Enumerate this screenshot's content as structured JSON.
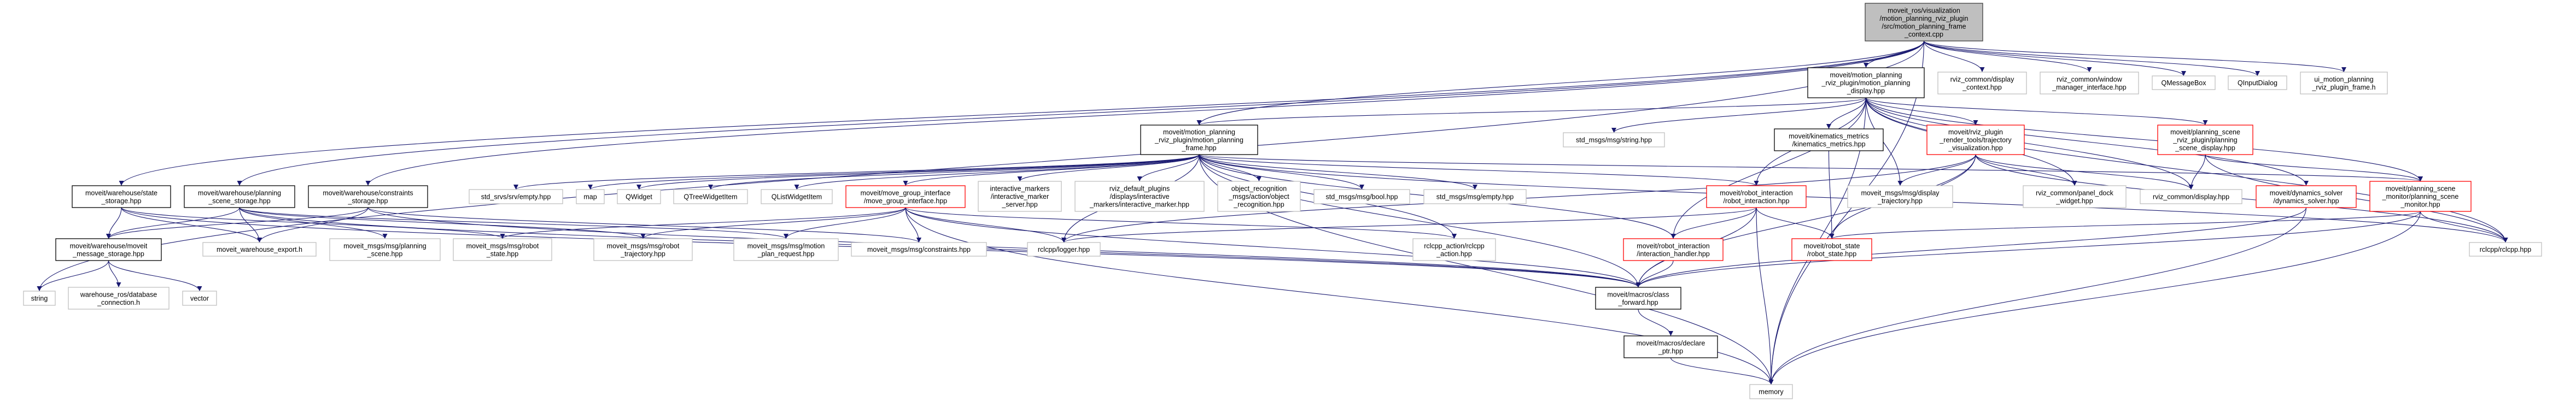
{
  "graph": {
    "edge_color": "#191970",
    "styles": {
      "root": {
        "fill": "#bfbfbf",
        "stroke": "#404040"
      },
      "documented": {
        "fill": "#ffffff",
        "stroke": "#000000"
      },
      "undocumented": {
        "fill": "#ffffff",
        "stroke": "#bfbfbf"
      },
      "truncated": {
        "fill": "#ffffff",
        "stroke": "#ff0000"
      }
    },
    "nodes": [
      {
        "id": "root",
        "style": "root",
        "label": [
          "moveit_ros/visualization",
          "/motion_planning_rviz_plugin",
          "/src/motion_planning_frame",
          "_context.cpp"
        ]
      },
      {
        "id": "mp_display",
        "style": "documented",
        "label": [
          "moveit/motion_planning",
          "_rviz_plugin/motion_planning",
          "_display.hpp"
        ]
      },
      {
        "id": "display_context",
        "style": "undocumented",
        "label": [
          "rviz_common/display",
          "_context.hpp"
        ]
      },
      {
        "id": "window_manager",
        "style": "undocumented",
        "label": [
          "rviz_common/window",
          "_manager_interface.hpp"
        ]
      },
      {
        "id": "qmessagebox",
        "style": "undocumented",
        "label": [
          "QMessageBox"
        ]
      },
      {
        "id": "qinputdialog",
        "style": "undocumented",
        "label": [
          "QInputDialog"
        ]
      },
      {
        "id": "ui_frame",
        "style": "undocumented",
        "label": [
          "ui_motion_planning",
          "_rviz_plugin_frame.h"
        ]
      },
      {
        "id": "mp_frame",
        "style": "documented",
        "label": [
          "moveit/motion_planning",
          "_rviz_plugin/motion_planning",
          "_frame.hpp"
        ]
      },
      {
        "id": "std_string",
        "style": "undocumented",
        "label": [
          "std_msgs/msg/string.hpp"
        ]
      },
      {
        "id": "kin_metrics",
        "style": "documented",
        "label": [
          "moveit/kinematics_metrics",
          "/kinematics_metrics.hpp"
        ]
      },
      {
        "id": "traj_vis",
        "style": "truncated",
        "label": [
          "moveit/rviz_plugin",
          "_render_tools/trajectory",
          "_visualization.hpp"
        ]
      },
      {
        "id": "ps_display",
        "style": "truncated",
        "label": [
          "moveit/planning_scene",
          "_rviz_plugin/planning",
          "_scene_display.hpp"
        ]
      },
      {
        "id": "state_storage",
        "style": "documented",
        "label": [
          "moveit/warehouse/state",
          "_storage.hpp"
        ]
      },
      {
        "id": "ps_storage",
        "style": "documented",
        "label": [
          "moveit/warehouse/planning",
          "_scene_storage.hpp"
        ]
      },
      {
        "id": "constraints_storage",
        "style": "documented",
        "label": [
          "moveit/warehouse/constraints",
          "_storage.hpp"
        ]
      },
      {
        "id": "std_srvs_empty",
        "style": "undocumented",
        "label": [
          "std_srvs/srv/empty.hpp"
        ]
      },
      {
        "id": "map",
        "style": "undocumented",
        "label": [
          "map"
        ]
      },
      {
        "id": "qwidget",
        "style": "undocumented",
        "label": [
          "QWidget"
        ]
      },
      {
        "id": "qtreewidgetitem",
        "style": "undocumented",
        "label": [
          "QTreeWidgetItem"
        ]
      },
      {
        "id": "qlistwidgetitem",
        "style": "undocumented",
        "label": [
          "QListWidgetItem"
        ]
      },
      {
        "id": "move_group",
        "style": "truncated",
        "label": [
          "moveit/move_group_interface",
          "/move_group_interface.hpp"
        ]
      },
      {
        "id": "im_server",
        "style": "undocumented",
        "label": [
          "interactive_markers",
          "/interactive_marker",
          "_server.hpp"
        ]
      },
      {
        "id": "rviz_default",
        "style": "undocumented",
        "label": [
          "rviz_default_plugins",
          "/displays/interactive",
          "_markers/interactive_marker.hpp"
        ]
      },
      {
        "id": "object_recog",
        "style": "undocumented",
        "label": [
          "object_recognition",
          "_msgs/action/object",
          "_recognition.hpp"
        ]
      },
      {
        "id": "std_bool",
        "style": "undocumented",
        "label": [
          "std_msgs/msg/bool.hpp"
        ]
      },
      {
        "id": "std_empty",
        "style": "undocumented",
        "label": [
          "std_msgs/msg/empty.hpp"
        ]
      },
      {
        "id": "robot_interaction",
        "style": "truncated",
        "label": [
          "moveit/robot_interaction",
          "/robot_interaction.hpp"
        ]
      },
      {
        "id": "display_traj",
        "style": "undocumented",
        "label": [
          "moveit_msgs/msg/display",
          "_trajectory.hpp"
        ]
      },
      {
        "id": "panel_dock",
        "style": "undocumented",
        "label": [
          "rviz_common/panel_dock",
          "_widget.hpp"
        ]
      },
      {
        "id": "rviz_display",
        "style": "undocumented",
        "label": [
          "rviz_common/display.hpp"
        ]
      },
      {
        "id": "dyn_solver",
        "style": "truncated",
        "label": [
          "moveit/dynamics_solver",
          "/dynamics_solver.hpp"
        ]
      },
      {
        "id": "ps_monitor",
        "style": "truncated",
        "label": [
          "moveit/planning_scene",
          "_monitor/planning_scene",
          "_monitor.hpp"
        ]
      },
      {
        "id": "msg_storage",
        "style": "documented",
        "label": [
          "moveit/warehouse/moveit",
          "_message_storage.hpp"
        ]
      },
      {
        "id": "wh_export",
        "style": "undocumented",
        "label": [
          "moveit_warehouse_export.h"
        ]
      },
      {
        "id": "msg_ps",
        "style": "undocumented",
        "label": [
          "moveit_msgs/msg/planning",
          "_scene.hpp"
        ]
      },
      {
        "id": "msg_robot_state",
        "style": "undocumented",
        "label": [
          "moveit_msgs/msg/robot",
          "_state.hpp"
        ]
      },
      {
        "id": "msg_robot_traj",
        "style": "undocumented",
        "label": [
          "moveit_msgs/msg/robot",
          "_trajectory.hpp"
        ]
      },
      {
        "id": "msg_mpr",
        "style": "undocumented",
        "label": [
          "moveit_msgs/msg/motion",
          "_plan_request.hpp"
        ]
      },
      {
        "id": "msg_constraints",
        "style": "undocumented",
        "label": [
          "moveit_msgs/msg/constraints.hpp"
        ]
      },
      {
        "id": "logger",
        "style": "undocumented",
        "label": [
          "rclcpp/logger.hpp"
        ]
      },
      {
        "id": "rclcpp_action",
        "style": "undocumented",
        "label": [
          "rclcpp_action/rclcpp",
          "_action.hpp"
        ]
      },
      {
        "id": "int_handler",
        "style": "truncated",
        "label": [
          "moveit/robot_interaction",
          "/interaction_handler.hpp"
        ]
      },
      {
        "id": "robot_state",
        "style": "truncated",
        "label": [
          "moveit/robot_state",
          "/robot_state.hpp"
        ]
      },
      {
        "id": "rclcpp",
        "style": "undocumented",
        "label": [
          "rclcpp/rclcpp.hpp"
        ]
      },
      {
        "id": "string",
        "style": "undocumented",
        "label": [
          "string"
        ]
      },
      {
        "id": "db_conn",
        "style": "undocumented",
        "label": [
          "warehouse_ros/database",
          "_connection.h"
        ]
      },
      {
        "id": "vector",
        "style": "undocumented",
        "label": [
          "vector"
        ]
      },
      {
        "id": "class_forward",
        "style": "documented",
        "label": [
          "moveit/macros/class",
          "_forward.hpp"
        ]
      },
      {
        "id": "declare_ptr",
        "style": "documented",
        "label": [
          "moveit/macros/declare",
          "_ptr.hpp"
        ]
      },
      {
        "id": "memory",
        "style": "undocumented",
        "label": [
          "memory"
        ]
      }
    ],
    "edges": [
      [
        "root",
        "mp_display"
      ],
      [
        "root",
        "display_context"
      ],
      [
        "root",
        "window_manager"
      ],
      [
        "root",
        "qmessagebox"
      ],
      [
        "root",
        "qinputdialog"
      ],
      [
        "root",
        "ui_frame"
      ],
      [
        "root",
        "mp_frame"
      ],
      [
        "root",
        "state_storage"
      ],
      [
        "root",
        "ps_storage"
      ],
      [
        "root",
        "constraints_storage"
      ],
      [
        "root",
        "string"
      ],
      [
        "root",
        "memory"
      ],
      [
        "mp_display",
        "mp_frame"
      ],
      [
        "mp_display",
        "std_string"
      ],
      [
        "mp_display",
        "kin_metrics"
      ],
      [
        "mp_display",
        "traj_vis"
      ],
      [
        "mp_display",
        "ps_display"
      ],
      [
        "mp_display",
        "robot_interaction"
      ],
      [
        "mp_display",
        "int_handler"
      ],
      [
        "mp_display",
        "display_traj"
      ],
      [
        "mp_display",
        "panel_dock"
      ],
      [
        "mp_display",
        "rviz_display"
      ],
      [
        "mp_display",
        "dyn_solver"
      ],
      [
        "mp_display",
        "ps_monitor"
      ],
      [
        "mp_display",
        "rclcpp"
      ],
      [
        "mp_display",
        "memory"
      ],
      [
        "mp_frame",
        "std_srvs_empty"
      ],
      [
        "mp_frame",
        "map"
      ],
      [
        "mp_frame",
        "qwidget"
      ],
      [
        "mp_frame",
        "qtreewidgetitem"
      ],
      [
        "mp_frame",
        "qlistwidgetitem"
      ],
      [
        "mp_frame",
        "move_group"
      ],
      [
        "mp_frame",
        "im_server"
      ],
      [
        "mp_frame",
        "rviz_default"
      ],
      [
        "mp_frame",
        "object_recog"
      ],
      [
        "mp_frame",
        "std_bool"
      ],
      [
        "mp_frame",
        "std_empty"
      ],
      [
        "mp_frame",
        "robot_interaction"
      ],
      [
        "mp_frame",
        "int_handler"
      ],
      [
        "mp_frame",
        "rclcpp_action"
      ],
      [
        "mp_frame",
        "class_forward"
      ],
      [
        "mp_frame",
        "logger"
      ],
      [
        "mp_frame",
        "ps_monitor"
      ],
      [
        "mp_frame",
        "rclcpp"
      ],
      [
        "mp_frame",
        "memory"
      ],
      [
        "state_storage",
        "msg_storage"
      ],
      [
        "state_storage",
        "wh_export"
      ],
      [
        "state_storage",
        "msg_robot_state"
      ],
      [
        "state_storage",
        "class_forward"
      ],
      [
        "ps_storage",
        "msg_storage"
      ],
      [
        "ps_storage",
        "wh_export"
      ],
      [
        "ps_storage",
        "msg_ps"
      ],
      [
        "ps_storage",
        "msg_robot_traj"
      ],
      [
        "ps_storage",
        "msg_mpr"
      ],
      [
        "ps_storage",
        "class_forward"
      ],
      [
        "constraints_storage",
        "msg_storage"
      ],
      [
        "constraints_storage",
        "wh_export"
      ],
      [
        "constraints_storage",
        "msg_constraints"
      ],
      [
        "constraints_storage",
        "class_forward"
      ],
      [
        "msg_storage",
        "string"
      ],
      [
        "msg_storage",
        "db_conn"
      ],
      [
        "msg_storage",
        "vector"
      ],
      [
        "move_group",
        "msg_robot_state"
      ],
      [
        "move_group",
        "msg_mpr"
      ],
      [
        "move_group",
        "msg_constraints"
      ],
      [
        "move_group",
        "logger"
      ],
      [
        "move_group",
        "rclcpp_action"
      ],
      [
        "move_group",
        "class_forward"
      ],
      [
        "move_group",
        "memory"
      ],
      [
        "move_group",
        "msg_robot_traj"
      ],
      [
        "kin_metrics",
        "robot_state"
      ],
      [
        "robot_interaction",
        "int_handler"
      ],
      [
        "robot_interaction",
        "robot_state"
      ],
      [
        "robot_interaction",
        "class_forward"
      ],
      [
        "robot_interaction",
        "memory"
      ],
      [
        "robot_interaction",
        "logger"
      ],
      [
        "int_handler",
        "class_forward"
      ],
      [
        "traj_vis",
        "display_traj"
      ],
      [
        "traj_vis",
        "panel_dock"
      ],
      [
        "traj_vis",
        "rviz_display"
      ],
      [
        "traj_vis",
        "robot_state"
      ],
      [
        "traj_vis",
        "class_forward"
      ],
      [
        "traj_vis",
        "rclcpp"
      ],
      [
        "traj_vis",
        "logger"
      ],
      [
        "ps_display",
        "rviz_display"
      ],
      [
        "ps_display",
        "ps_monitor"
      ],
      [
        "ps_display",
        "rclcpp"
      ],
      [
        "dyn_solver",
        "class_forward"
      ],
      [
        "dyn_solver",
        "memory"
      ],
      [
        "ps_monitor",
        "rclcpp"
      ],
      [
        "ps_monitor",
        "class_forward"
      ],
      [
        "ps_monitor",
        "memory"
      ],
      [
        "ps_monitor",
        "robot_state"
      ],
      [
        "class_forward",
        "declare_ptr"
      ],
      [
        "declare_ptr",
        "memory"
      ]
    ]
  }
}
